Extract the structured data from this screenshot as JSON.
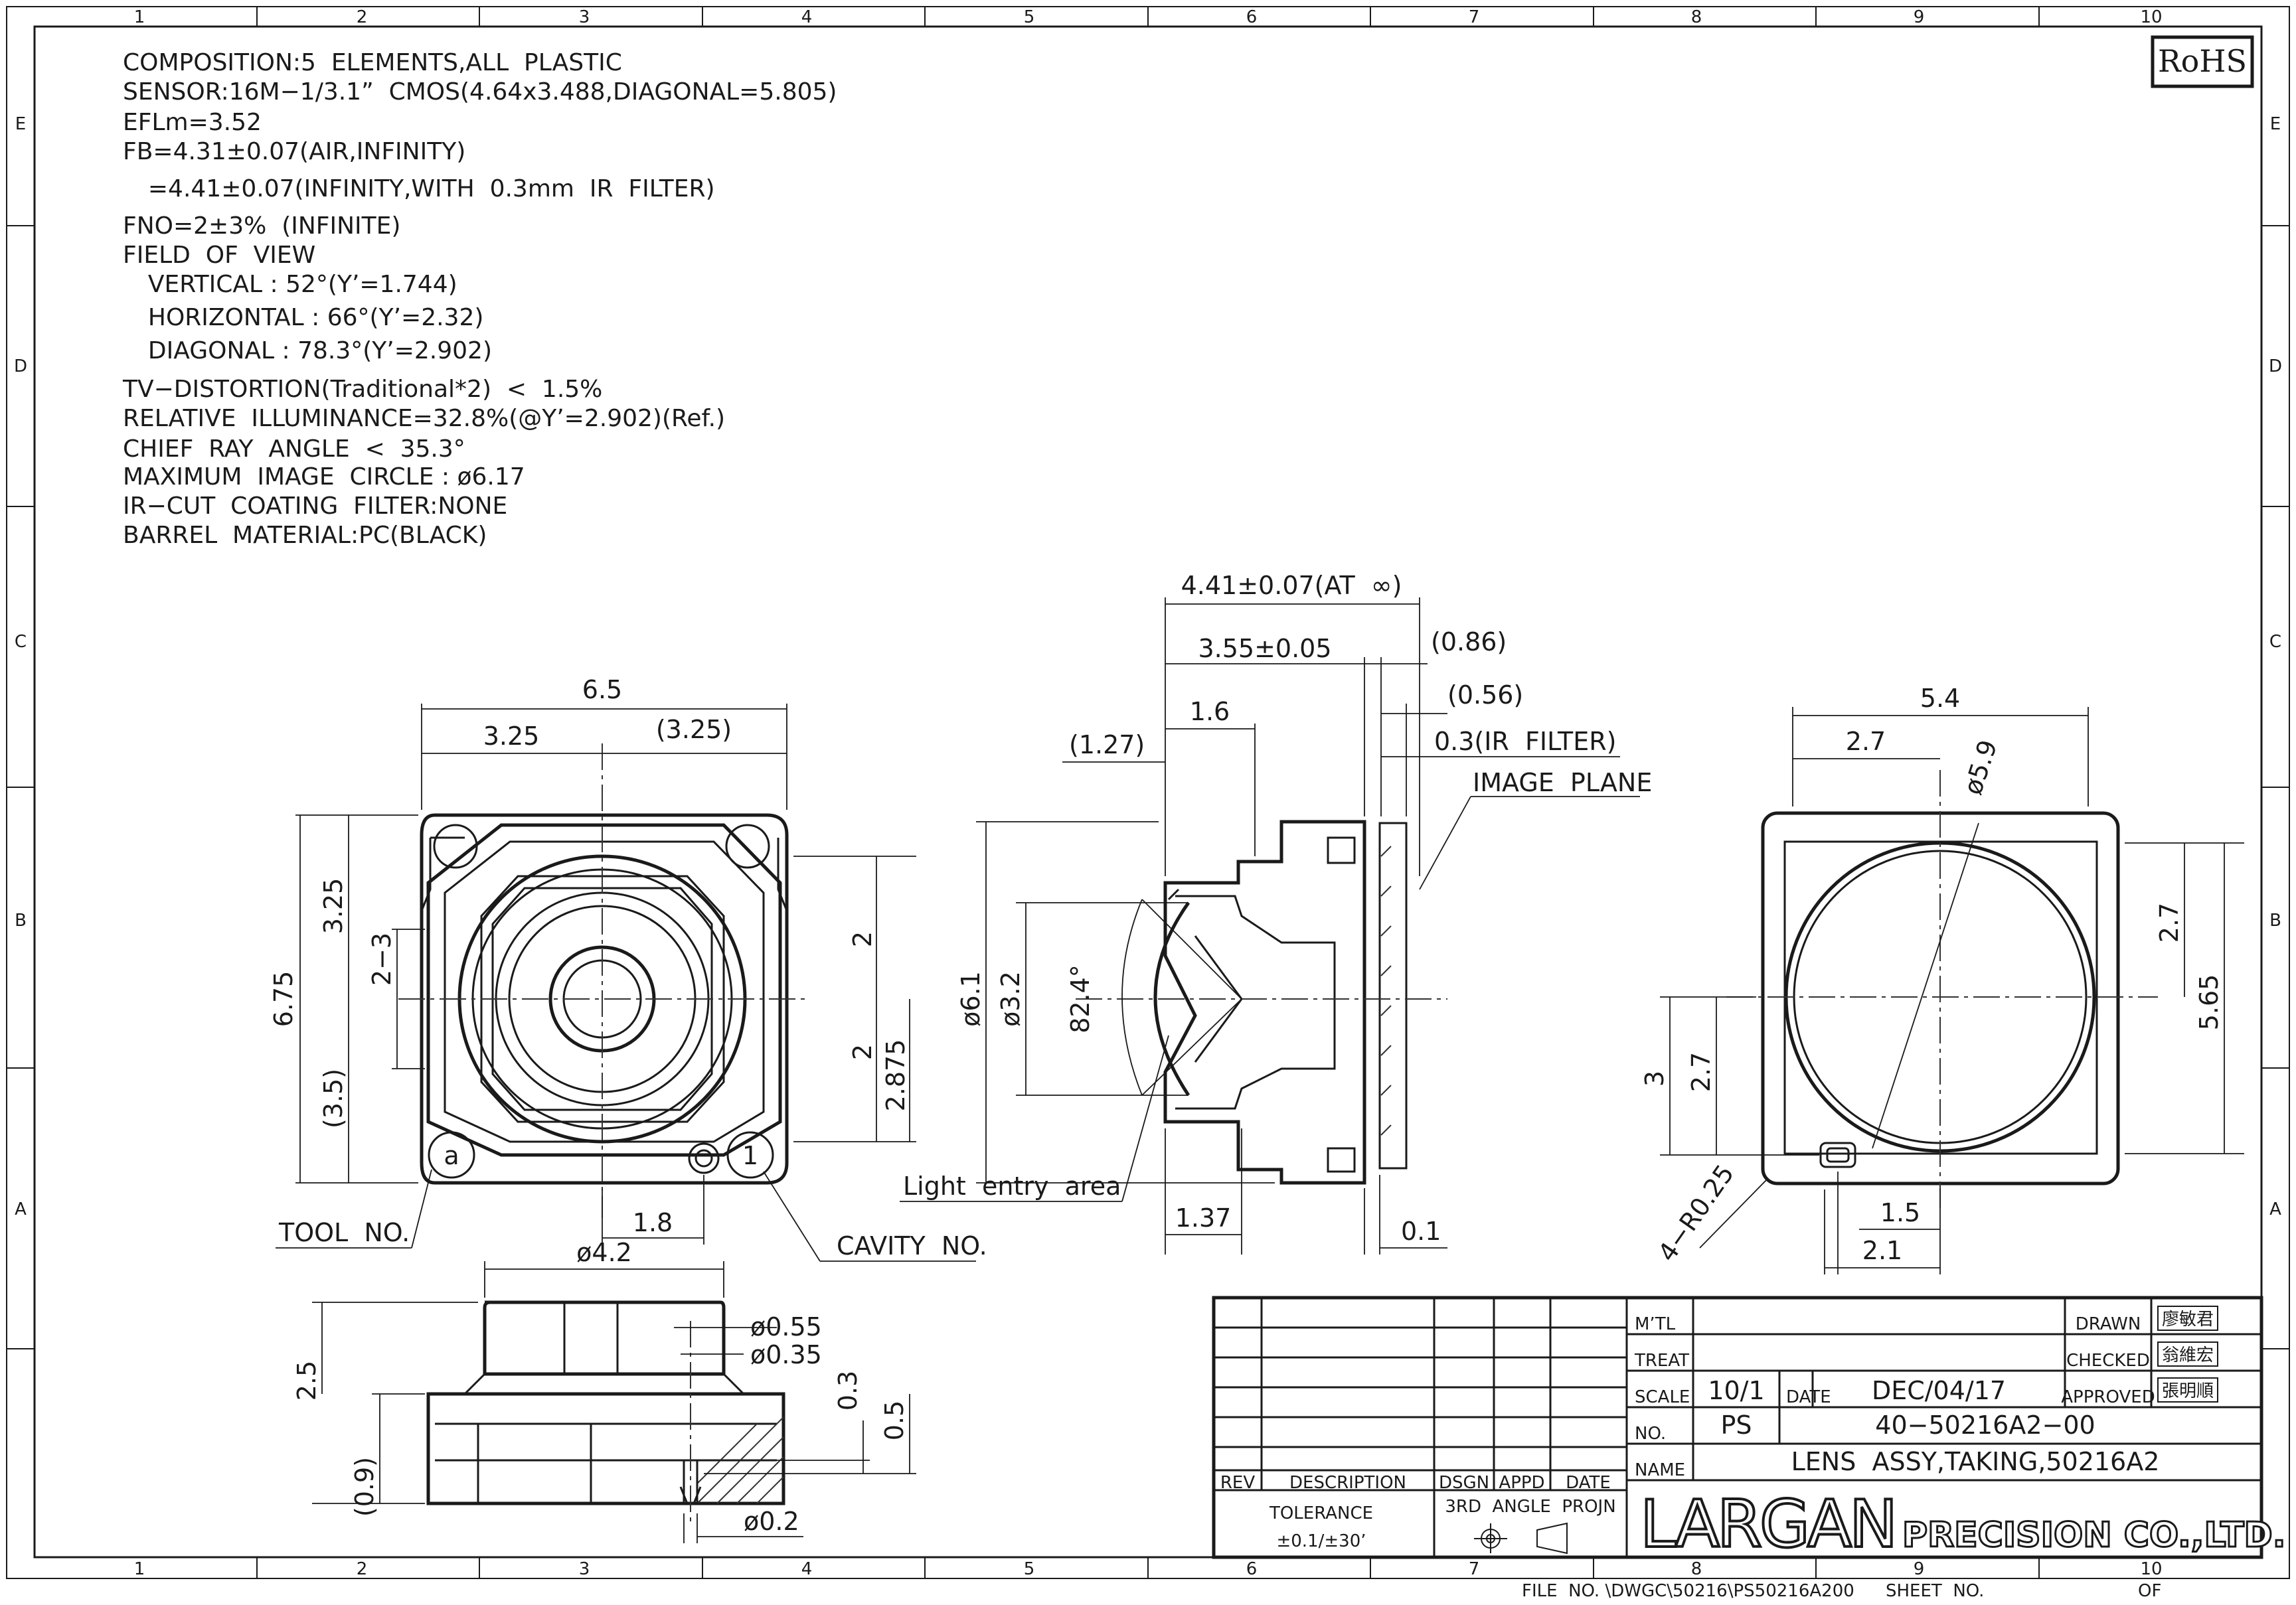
{
  "border": {
    "top_zones": [
      "1",
      "2",
      "3",
      "4",
      "5",
      "6",
      "7",
      "8",
      "9",
      "10"
    ],
    "bottom_zones": [
      "1",
      "2",
      "3",
      "4",
      "5",
      "6",
      "7",
      "8",
      "9",
      "10"
    ],
    "side_zones": [
      "E",
      "D",
      "C",
      "B",
      "A"
    ]
  },
  "rohs": "RoHS",
  "specs": [
    "COMPOSITION:5  ELEMENTS,ALL  PLASTIC",
    "SENSOR:16M−1/3.1”  CMOS(4.64x3.488,DIAGONAL=5.805)",
    "EFLm=3.52",
    "FB=4.31±0.07(AIR,INFINITY)",
    "  =4.41±0.07(INFINITY,WITH  0.3mm  IR  FILTER)",
    "FNO=2±3%  (INFINITE)",
    "FIELD  OF  VIEW",
    "  VERTICAL : 52°(Y’=1.744)",
    "  HORIZONTAL : 66°(Y’=2.32)",
    "  DIAGONAL : 78.3°(Y’=2.902)",
    "TV−DISTORTION(Traditional*2)  <  1.5%",
    "RELATIVE  ILLUMINANCE=32.8%(@Y’=2.902)(Ref.)",
    "CHIEF  RAY  ANGLE  <  35.3°",
    "MAXIMUM  IMAGE  CIRCLE : ø6.17",
    "IR−CUT  COATING  FILTER:NONE",
    "BARREL  MATERIAL:PC(BLACK)"
  ],
  "front_view": {
    "dim_width": "6.5",
    "dim_half_left": "3.25",
    "dim_half_right": "(3.25)",
    "dim_height": "6.75",
    "dim_upper": "3.25",
    "dim_lower": "(3.5)",
    "dim_center_mark": "2−3",
    "dim_right_upper": "2",
    "dim_right_lower": "2",
    "dim_right_height": "2.875",
    "dim_bottom": "1.8",
    "tool_no": "TOOL  NO.",
    "cavity_no": "CAVITY  NO.",
    "tool_marker": "a",
    "cavity_marker": "1"
  },
  "side_view": {
    "dim_total": "4.41±0.07(AT  ∞)",
    "dim_a": "3.55±0.05",
    "dim_b": "(0.86)",
    "dim_c": "(0.56)",
    "dim_d": "1.6",
    "dim_e": "(1.27)",
    "ir_filter": "0.3(IR  FILTER)",
    "image_plane": "IMAGE  PLANE",
    "dia_outer": "ø6.1",
    "dia_inner": "ø3.2",
    "angle": "82.4°",
    "light_entry": "Light  entry  area",
    "dim_bottom_left": "1.37",
    "dim_bottom_right": "0.1"
  },
  "rear_view": {
    "dim_width": "5.4",
    "dim_half": "2.7",
    "dim_diameter": "ø5.9",
    "dim_right_upper": "2.7",
    "dim_right_height": "5.65",
    "dim_left_3": "3",
    "dim_left_27": "2.7",
    "radius": "4−R0.25",
    "dim_bottom_a": "1.5",
    "dim_bottom_b": "2.1"
  },
  "bottom_view": {
    "dim_diameter": "ø4.2",
    "dim_height": "2.5",
    "dim_lower": "(0.9)",
    "dim_055": "ø0.55",
    "dim_035": "ø0.35",
    "dim_03": "0.3",
    "dim_05": "0.5",
    "dim_02": "ø0.2"
  },
  "title_block": {
    "mtl_label": "M’TL",
    "treat_label": "TREAT",
    "scale_label": "SCALE",
    "scale_value": "10/1",
    "date_label": "DATE",
    "date_value": "DEC/04/17",
    "no_label": "NO.",
    "no_prefix": "PS",
    "part_no": "40−50216A2−00",
    "name_label": "NAME",
    "name_value": "LENS  ASSY,TAKING,50216A2",
    "drawn_label": "DRAWN",
    "checked_label": "CHECKED",
    "approved_label": "APPROVED",
    "drawn_by": "廖敏君",
    "checked_by": "翁維宏",
    "approved_by": "張明順",
    "rev_label": "REV",
    "description_label": "DESCRIPTION",
    "dsgn_label": "DSGN",
    "appd_label": "APPD",
    "date_col_label": "DATE",
    "tolerance_label": "TOLERANCE",
    "tolerance_value": "±0.1/±30’",
    "projection_label": "3RD  ANGLE  PROJN",
    "company_logo": "LARGAN",
    "company_suffix": "PRECISION CO.,LTD."
  },
  "footer": {
    "file_no": "FILE  NO. \\DWGC\\50216\\PS50216A200",
    "sheet_no": "SHEET  NO.",
    "of": "OF"
  }
}
